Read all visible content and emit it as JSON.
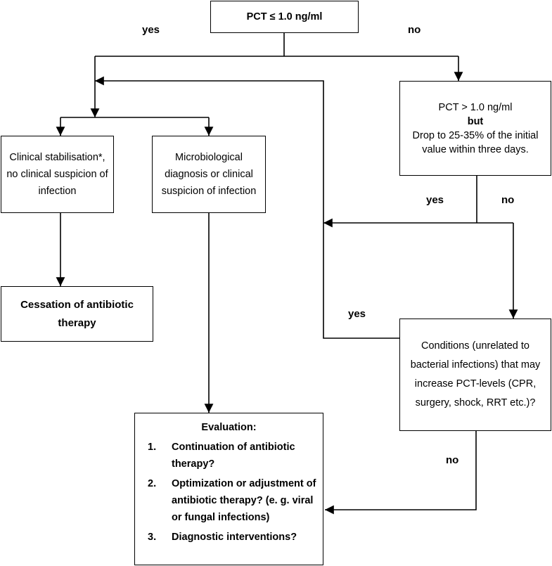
{
  "nodes": {
    "pct_root": {
      "text": "PCT ≤ 1.0 ng/ml"
    },
    "pct_drop": {
      "line1": "PCT > 1.0 ng/ml",
      "line2": "but",
      "line3": "Drop to 25-35% of the initial value within three days."
    },
    "clinical_stab": {
      "text": "Clinical stabilisation*, no clinical suspicion of infection"
    },
    "micro_diag": {
      "text": "Microbiological diagnosis or clinical suspicion of infection"
    },
    "cessation": {
      "text": "Cessation of antibiotic therapy"
    },
    "conditions": {
      "text": "Conditions (unrelated to bacterial infections) that may increase PCT-levels (CPR, surgery, shock, RRT etc.)?"
    },
    "evaluation": {
      "title": "Evaluation:",
      "items": [
        {
          "num": "1.",
          "text": "Continuation of antibiotic therapy?"
        },
        {
          "num": "2.",
          "text": "Optimization or adjustment of antibiotic therapy? (e. g. viral or fungal infections)"
        },
        {
          "num": "3.",
          "text": "Diagnostic interventions?"
        }
      ]
    }
  },
  "edge_labels": {
    "root_yes": "yes",
    "root_no": "no",
    "drop_yes": "yes",
    "drop_no": "no",
    "cond_yes": "yes",
    "cond_no": "no"
  }
}
